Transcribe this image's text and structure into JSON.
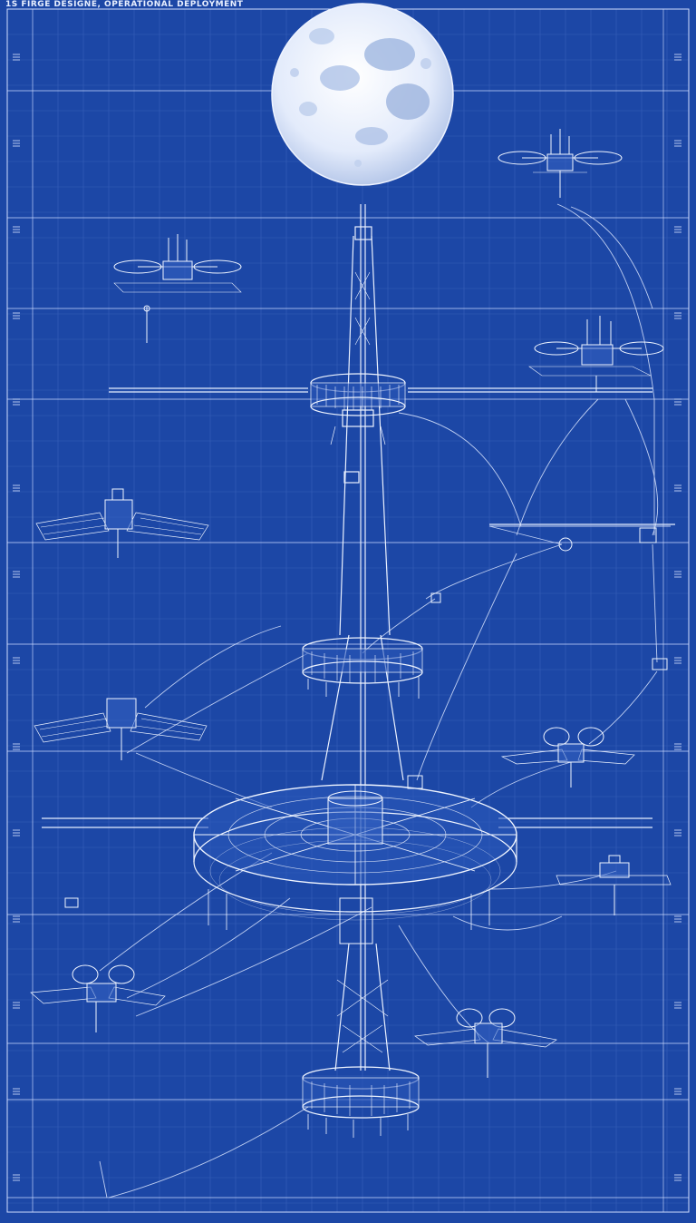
{
  "header": {
    "text": "1S  FIRGE DESIGNE, OPERATIONAL DEPLOYMENT"
  },
  "palette": {
    "background": "#1c47a6",
    "line": "#dbe6ff",
    "line_faint": "#6f93dd",
    "moon_light": "#f2f6ff",
    "moon_mare": "#8fa9d8"
  },
  "structures": {
    "central_mast": "mast",
    "upper_ring": "ring",
    "middle_ring": "ring",
    "main_hub": "hub",
    "lower_ring": "ring"
  },
  "drones": [
    {
      "type": "quadcopter"
    },
    {
      "type": "quadcopter"
    },
    {
      "type": "quadcopter"
    },
    {
      "type": "satellite"
    },
    {
      "type": "satellite"
    },
    {
      "type": "winged"
    },
    {
      "type": "satellite"
    },
    {
      "type": "winged"
    },
    {
      "type": "winged"
    }
  ]
}
